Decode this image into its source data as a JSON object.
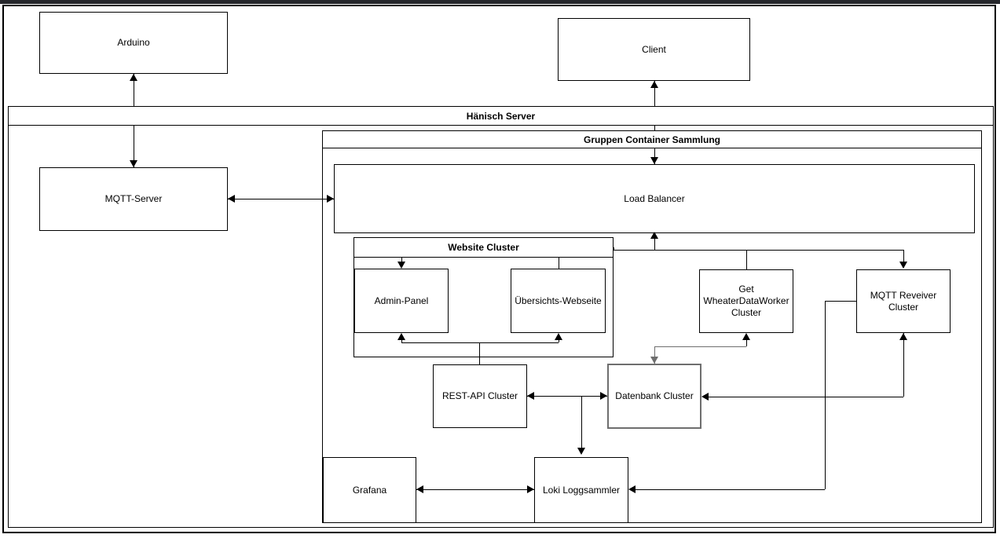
{
  "diagram": {
    "title_bar_color": "#25262b",
    "stroke_color": "#000000",
    "accent_gray": "#6e6e6e",
    "background": "#ffffff"
  },
  "containers": {
    "server": {
      "label": "Hänisch Server"
    },
    "group": {
      "label": "Gruppen Container Sammlung"
    },
    "website_cluster": {
      "label": "Website Cluster"
    }
  },
  "nodes": {
    "arduino": {
      "label": "Arduino"
    },
    "client": {
      "label": "Client"
    },
    "mqtt_server": {
      "label": "MQTT-Server"
    },
    "load_balancer": {
      "label": "Load Balancer"
    },
    "admin_panel": {
      "label": "Admin-Panel"
    },
    "overview_website": {
      "label": "Übersichts-Webseite"
    },
    "rest_api_cluster": {
      "label": "REST-API Cluster"
    },
    "datenbank_cluster": {
      "label": "Datenbank Cluster"
    },
    "weather_worker_cluster": {
      "label": "Get WheaterDataWorker Cluster"
    },
    "mqtt_receiver_cluster": {
      "label": "MQTT Reveiver Cluster"
    },
    "grafana": {
      "label": "Grafana"
    },
    "loki": {
      "label": "Loki Loggsammler"
    }
  }
}
